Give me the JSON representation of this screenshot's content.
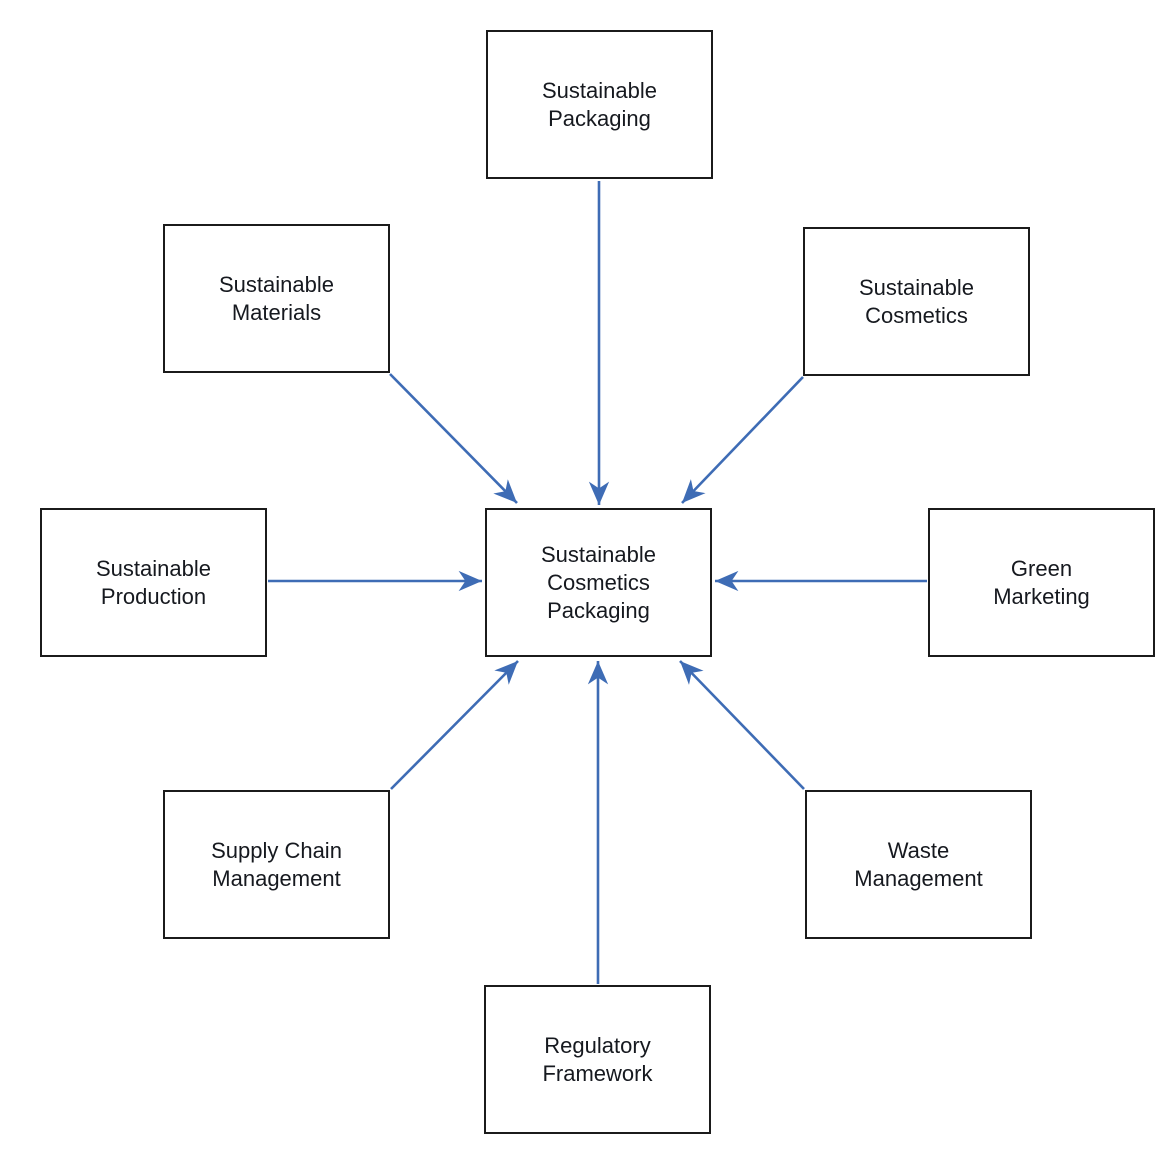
{
  "colors": {
    "bg": "#ffffff",
    "border": "#1b1b1b",
    "text": "#16191f",
    "arrow": "#3e6cb5"
  },
  "nodes": [
    {
      "id": "sustainable-packaging",
      "label": "Sustainable\nPackaging",
      "role": "source"
    },
    {
      "id": "sustainable-materials",
      "label": "Sustainable\nMaterials",
      "role": "source"
    },
    {
      "id": "sustainable-cosmetics",
      "label": "Sustainable\nCosmetics",
      "role": "source"
    },
    {
      "id": "sustainable-production",
      "label": "Sustainable\nProduction",
      "role": "source"
    },
    {
      "id": "sustainable-cosmetics-packaging",
      "label": "Sustainable\nCosmetics\nPackaging",
      "role": "center"
    },
    {
      "id": "green-marketing",
      "label": "Green\nMarketing",
      "role": "source"
    },
    {
      "id": "supply-chain-management",
      "label": "Supply Chain\nManagement",
      "role": "source"
    },
    {
      "id": "waste-management",
      "label": "Waste\nManagement",
      "role": "source"
    },
    {
      "id": "regulatory-framework",
      "label": "Regulatory\nFramework",
      "role": "source"
    }
  ],
  "edges": [
    {
      "from": "sustainable-packaging",
      "to": "sustainable-cosmetics-packaging"
    },
    {
      "from": "sustainable-materials",
      "to": "sustainable-cosmetics-packaging"
    },
    {
      "from": "sustainable-cosmetics",
      "to": "sustainable-cosmetics-packaging"
    },
    {
      "from": "sustainable-production",
      "to": "sustainable-cosmetics-packaging"
    },
    {
      "from": "green-marketing",
      "to": "sustainable-cosmetics-packaging"
    },
    {
      "from": "supply-chain-management",
      "to": "sustainable-cosmetics-packaging"
    },
    {
      "from": "waste-management",
      "to": "sustainable-cosmetics-packaging"
    },
    {
      "from": "regulatory-framework",
      "to": "sustainable-cosmetics-packaging"
    }
  ]
}
